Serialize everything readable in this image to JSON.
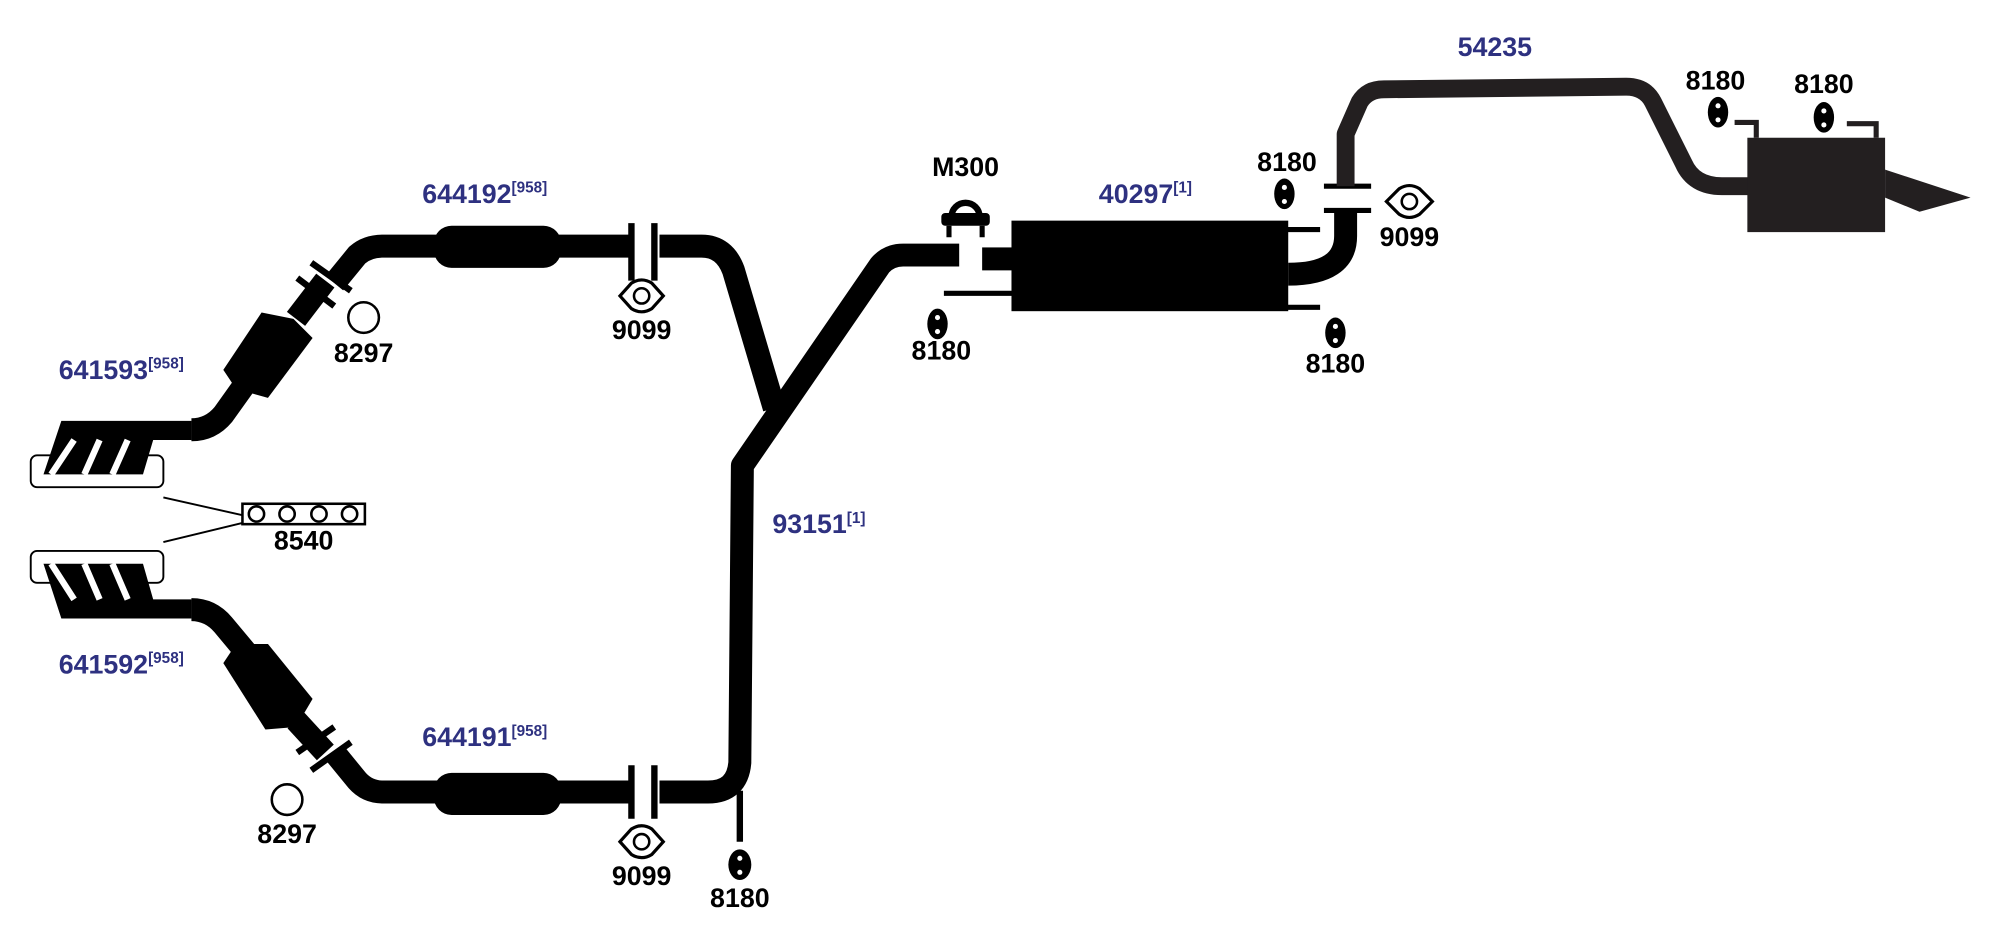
{
  "parts": {
    "y_pipe_left_upper": {
      "number": "644192",
      "note": "[958]"
    },
    "y_pipe_left_lower": {
      "number": "644191",
      "note": "[958]"
    },
    "manifold_upper": {
      "number": "641593",
      "note": "[958]"
    },
    "manifold_lower": {
      "number": "641592",
      "note": "[958]"
    },
    "intermediate_pipe": {
      "number": "93151",
      "note": "[1]"
    },
    "muffler": {
      "number": "40297",
      "note": "[1]"
    },
    "tail_pipe": {
      "number": "54235"
    },
    "clamp": {
      "number": "M300"
    },
    "manifold_gasket": {
      "number": "8540"
    },
    "ring_gasket_upper": {
      "number": "8297"
    },
    "ring_gasket_lower": {
      "number": "8297"
    },
    "flange_gasket_upper": {
      "number": "9099"
    },
    "flange_gasket_lower": {
      "number": "9099"
    },
    "flange_gasket_rear": {
      "number": "9099"
    },
    "hangers": [
      "8180",
      "8180",
      "8180",
      "8180",
      "8180",
      "8180"
    ]
  },
  "colors": {
    "part_label": "#2e3180",
    "hardware_label": "#000000",
    "tail_pipe": "#231f20"
  }
}
